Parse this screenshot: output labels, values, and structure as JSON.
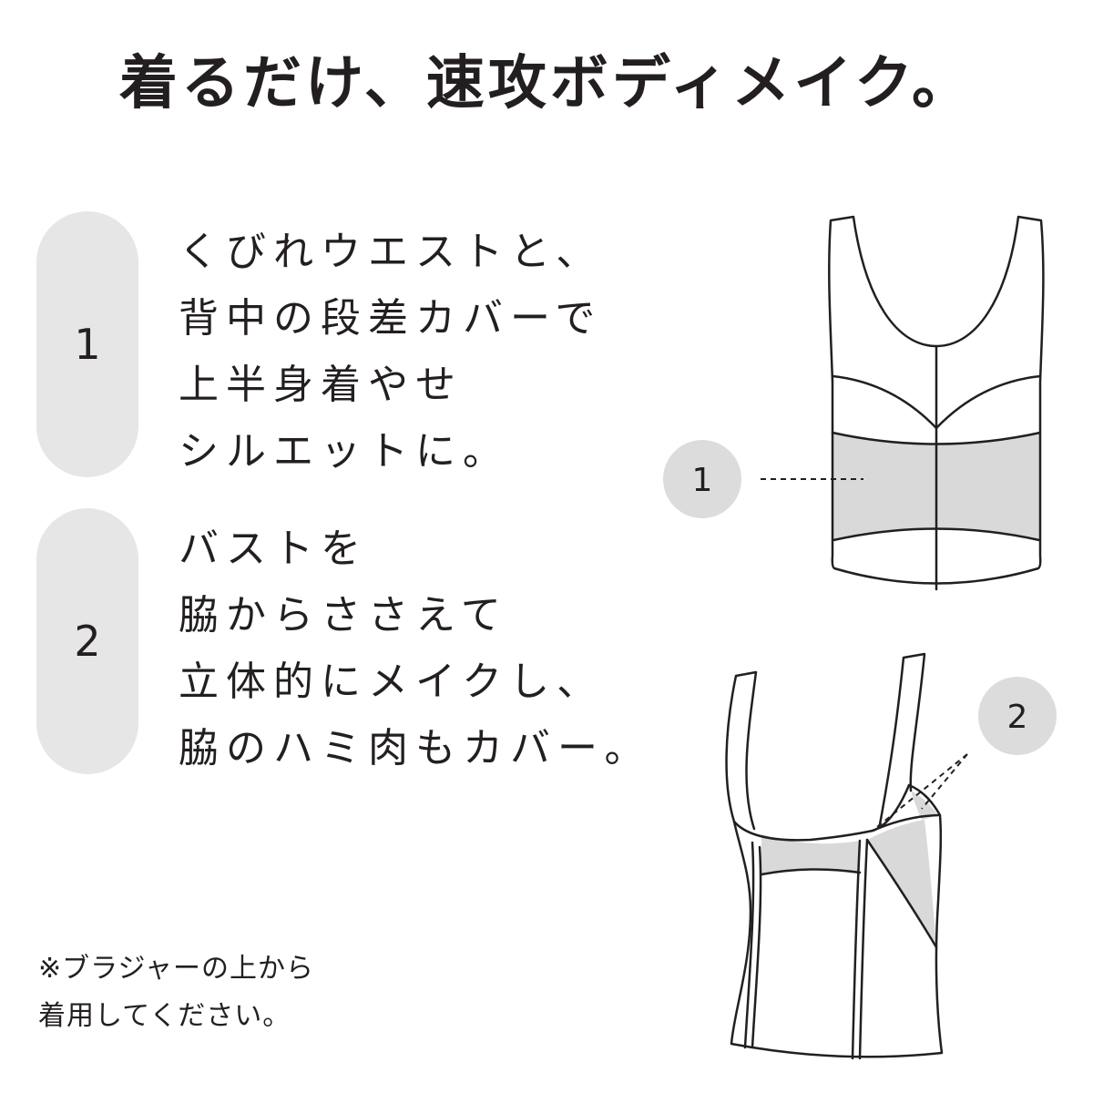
{
  "headline": "着るだけ、速攻ボディメイク。",
  "features": [
    {
      "number": "1",
      "lines": [
        "くびれウエストと、",
        "背中の段差カバーで",
        "上半身着やせ",
        "シルエットに。"
      ]
    },
    {
      "number": "2",
      "lines": [
        "バストを",
        "脇からささえて",
        "立体的にメイクし、",
        "脇のハミ肉もカバー。"
      ]
    }
  ],
  "illustration_markers": [
    "1",
    "2"
  ],
  "note": [
    "※ブラジャーの上から",
    "着用してください。"
  ],
  "colors": {
    "text": "#231f20",
    "pill": "#e6e6e6",
    "marker": "#dcdcdc",
    "highlight": "#d9d9d9",
    "line": "#231f20"
  }
}
